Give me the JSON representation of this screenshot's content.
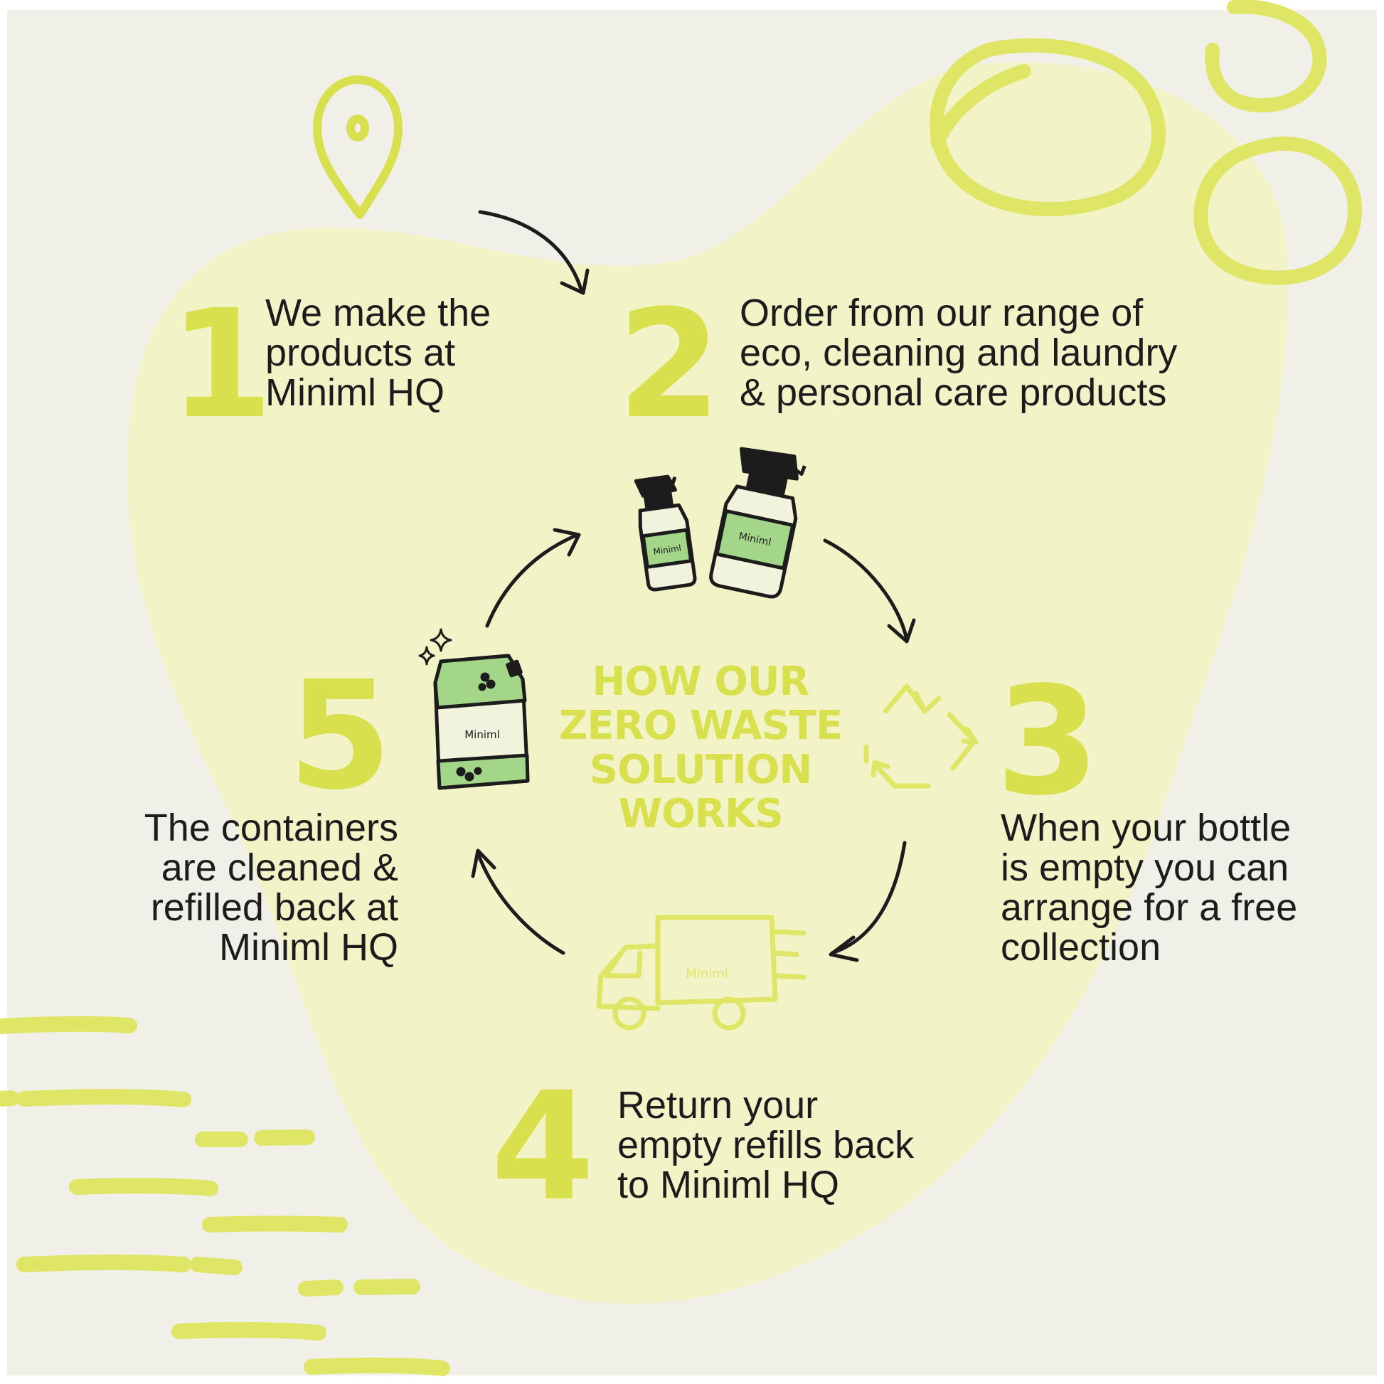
{
  "title_lines": [
    "HOW OUR",
    "ZERO WASTE",
    "SOLUTION",
    "WORKS"
  ],
  "steps": [
    {
      "number": "1",
      "lines": [
        "We make the",
        "products at",
        "Miniml HQ"
      ]
    },
    {
      "number": "2",
      "lines": [
        "Order from our range of",
        "eco, cleaning and laundry",
        "& personal care products"
      ]
    },
    {
      "number": "3",
      "lines": [
        "When your bottle",
        "is empty you can",
        "arrange for a free",
        "collection"
      ]
    },
    {
      "number": "4",
      "lines": [
        "Return your",
        "empty refills back",
        "to Miniml HQ"
      ]
    },
    {
      "number": "5",
      "lines": [
        "The containers",
        "are cleaned &",
        "refilled back at",
        "Miniml HQ"
      ]
    }
  ],
  "brand_label": "Miniml",
  "icons": [
    "location-pin-icon",
    "spray-bottles-icon",
    "recycle-icon",
    "delivery-van-icon",
    "refill-pouch-icon",
    "sparkle-icon"
  ],
  "colors": {
    "background": "#f0f0e8",
    "blob": "#f2f4c8",
    "accent": "#d8e04e",
    "text": "#1c1c1c",
    "label_green": "#a4d68a",
    "bottle_cream": "#f2f3dc"
  }
}
